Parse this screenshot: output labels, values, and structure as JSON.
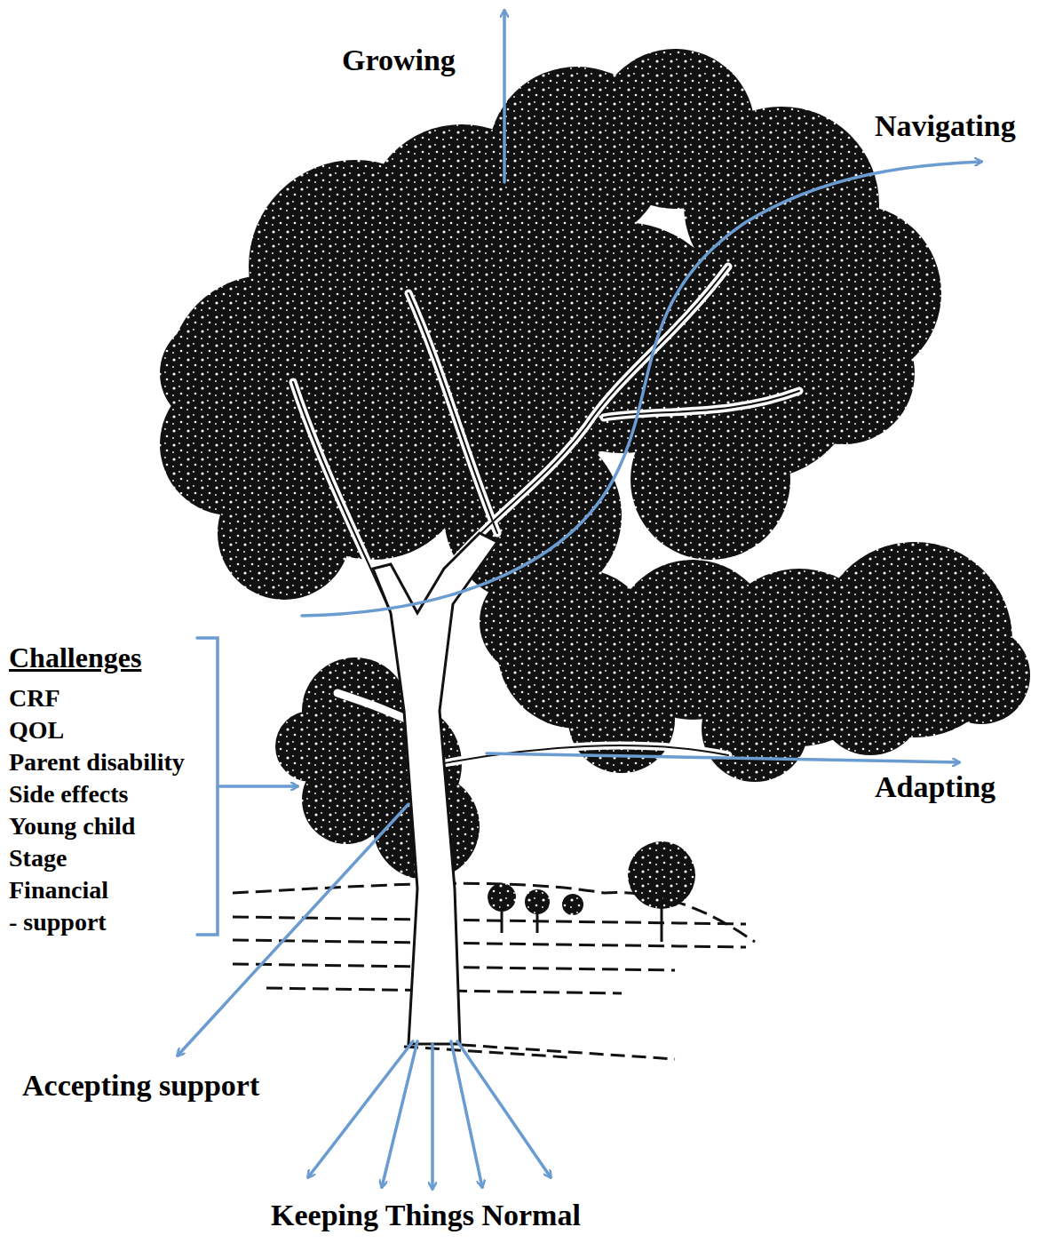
{
  "diagram": {
    "labels": [
      "Growing",
      "Navigating",
      "Challenges",
      "CRF",
      "QOL",
      "Parent disability",
      "Side effects",
      "Young child",
      "Stage",
      "Financial",
      "- support",
      "Adapting",
      "Accepting support",
      "Keeping Things Normal"
    ]
  }
}
